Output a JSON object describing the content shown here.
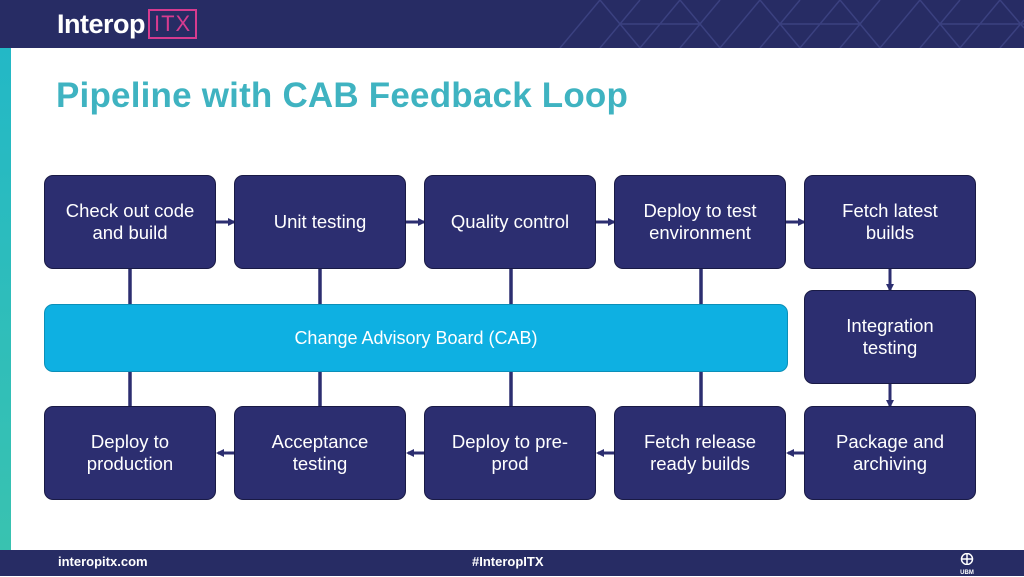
{
  "header": {
    "brand_main": "Interop",
    "brand_suffix": "ITX",
    "background_color": "#272c64",
    "accent_color": "#d63b8f"
  },
  "slide": {
    "title": "Pipeline with CAB Feedback Loop",
    "title_color": "#3fb3c1"
  },
  "diagram": {
    "node_color": "#2c2e70",
    "cab_color": "#0eb0e2",
    "nodes": {
      "checkout": "Check out code and build",
      "unit_testing": "Unit testing",
      "quality_control": "Quality control",
      "deploy_test": "Deploy to test environment",
      "fetch_latest": "Fetch latest builds",
      "integration_testing": "Integration testing",
      "package_archiving": "Package and archiving",
      "fetch_release": "Fetch release ready builds",
      "deploy_preprod": "Deploy to pre-prod",
      "acceptance_testing": "Acceptance testing",
      "deploy_production": "Deploy to production"
    },
    "cab_label": "Change Advisory Board (CAB)"
  },
  "footer": {
    "url": "interopitx.com",
    "hashtag": "#InteropITX",
    "logo_label": "UBM",
    "logo_icon": "ubm-logo-icon"
  }
}
